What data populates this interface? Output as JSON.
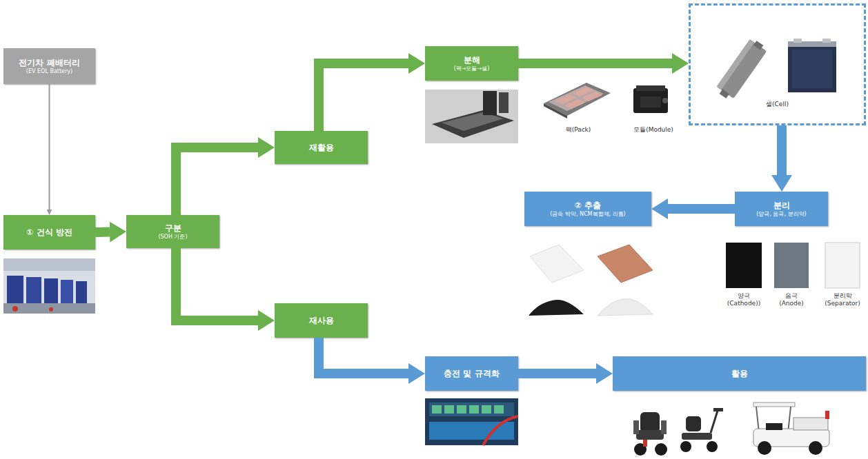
{
  "diagram": {
    "nodes": [
      {
        "text": [
          "전기차 폐배터리",
          "(EV EOL Battery)"
        ]
      },
      {
        "text": [
          "① 건식 방전"
        ]
      },
      {
        "text": [
          "구분",
          "(SOH 기준)"
        ]
      },
      {
        "text": [
          "재활용"
        ]
      },
      {
        "text": [
          "재사용"
        ]
      },
      {
        "text": [
          "분해",
          "(팩→모듈→셀)"
        ]
      },
      {
        "text": [
          "셀(Cell)"
        ]
      },
      {
        "text": [
          "분리",
          "(양극, 음극, 분리막)"
        ]
      },
      {
        "text": [
          "② 추출",
          "(금속 박막, NCM복합제, 리튬)"
        ]
      },
      {
        "text": [
          "충전 및 규격화"
        ]
      },
      {
        "text": [
          "활용"
        ]
      }
    ],
    "edges": [
      {
        "from": 0,
        "to": 1,
        "arrow": "to"
      },
      {
        "from": 1,
        "to": 2,
        "arrow": "to"
      },
      {
        "from": 2,
        "to": 3,
        "arrow": "to"
      },
      {
        "from": 2,
        "to": 4,
        "arrow": "to"
      },
      {
        "from": 3,
        "to": 5,
        "arrow": "to"
      },
      {
        "from": 5,
        "to": 6,
        "arrow": "to"
      },
      {
        "from": 6,
        "to": 7,
        "arrow": "to"
      },
      {
        "from": 7,
        "to": 8,
        "arrow": "to"
      },
      {
        "from": 4,
        "to": 9,
        "arrow": "to"
      },
      {
        "from": 9,
        "to": 10,
        "arrow": "to"
      }
    ],
    "labels": [
      "팩(Pack)",
      "모듈(Module)",
      "양극 (Cathode))",
      "음극 (Anode)",
      "분리막 (Separator)"
    ]
  }
}
